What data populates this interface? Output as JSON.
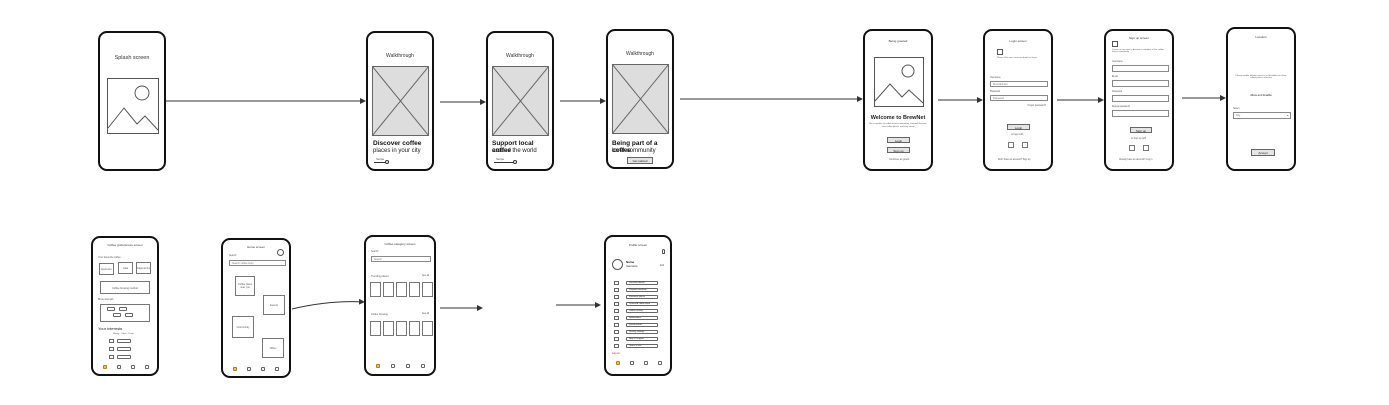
{
  "screens": {
    "splash": {
      "title": "Splash screen"
    },
    "walk1": {
      "title": "Walkthrough",
      "headline": "Discover coffee",
      "subline": "places in your city",
      "slider_label": "Swipe"
    },
    "walk2": {
      "title": "Walkthrough",
      "headline": "Support local coffee",
      "subline": "around the world",
      "slider_label": "Swipe"
    },
    "walk3": {
      "title": "Walkthrough",
      "headline": "Being part of a coffee",
      "subline": "lover community",
      "button": "Get started"
    },
    "welcome": {
      "title": "Being greeted",
      "headline": "Welcome to BrewNet",
      "body": "Be a member of coffee lovers community, find and discover new coffee places and stay tuned",
      "login": "Login",
      "signup": "Sign up",
      "guest": "Continue as guest"
    },
    "login": {
      "title": "Login screen",
      "body": "Please fill in your account details to log in",
      "username_label": "Username",
      "username_value": "BrewNetUser",
      "password_label": "Password",
      "password_value": "Password",
      "forgot": "Forgot password?",
      "button": "Login",
      "or": "or login with",
      "footer": "Don't have an account? Sign up"
    },
    "signup": {
      "title": "Sign up screen",
      "body": "Create an account to become a member of the coffee lovers community",
      "field1": "Username",
      "field2": "Email",
      "field3": "Password",
      "field4": "Repeat password",
      "button": "Sign up",
      "or": "or Sign up with",
      "footer": "Already have an account? Log in"
    },
    "location": {
      "title": "Location",
      "body": "Please enable location access so BrewNet can show coffee places near you",
      "enable": "Allow and Enable",
      "select_label": "Select",
      "select_value": "City",
      "button": "Accept"
    },
    "prefs": {
      "title": "Coffee preferences screen",
      "section1": "Your favourite coffee",
      "opt1": "Espresso",
      "opt2": "Latte",
      "opt3": "Cappuccino",
      "section2": "Coffee brewing method",
      "section3": "Brew strength",
      "section4": "Your interests",
      "note": "Rarely · Often · Daily"
    },
    "home": {
      "title": "Home screen",
      "search_label": "Search",
      "search_placeholder": "Search coffee shop",
      "card1": "Coffee place near you",
      "card2": "Events",
      "card3": "Community",
      "card4": "Offers"
    },
    "explore": {
      "title": "Coffee category screen",
      "search_label": "Search",
      "search_placeholder": "Search",
      "section1": "Trending places",
      "section2": "Coffee brewing",
      "see_all": "See all"
    },
    "profile": {
      "title": "Profile screen",
      "name": "Name",
      "username": "Username",
      "edit": "Edit",
      "items": [
        "Personal details",
        "Payment methods",
        "Favourite places",
        "Preferred coffee bean",
        "Orders history",
        "Notifications",
        "Saved events",
        "Privacy settings",
        "Help & Support",
        "Terms of use"
      ],
      "logout": "Log out"
    }
  },
  "nav": {
    "items": [
      "Home",
      "Search",
      "Favourites",
      "Profile"
    ]
  }
}
